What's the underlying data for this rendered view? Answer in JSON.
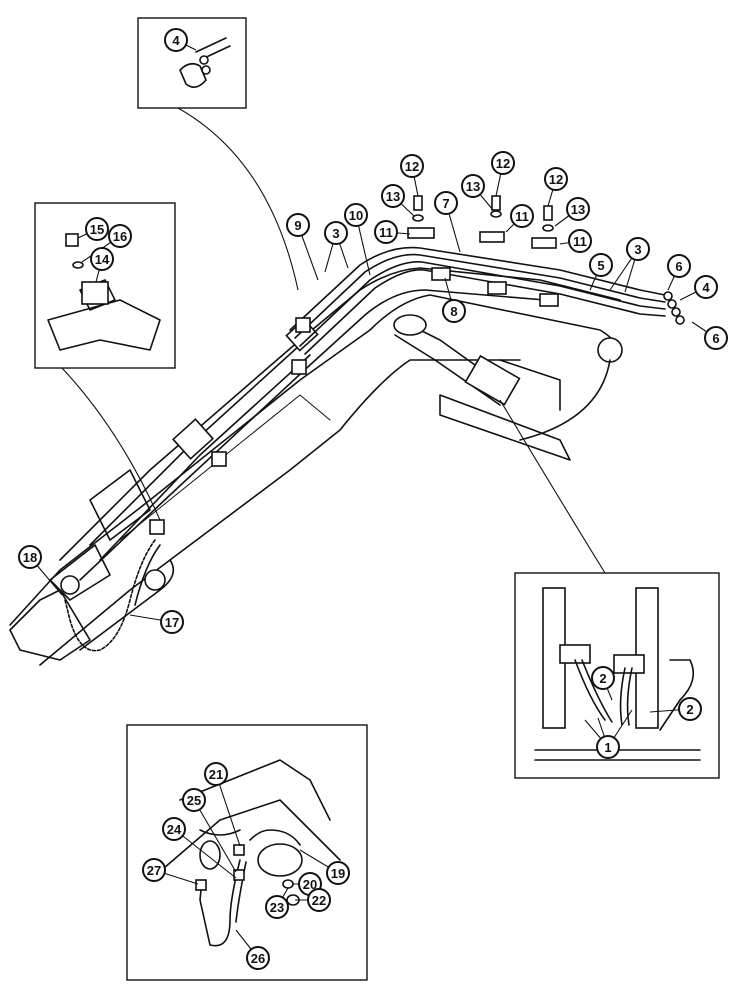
{
  "callouts": [
    {
      "id": "c1a",
      "label": "1"
    },
    {
      "id": "c2a",
      "label": "2"
    },
    {
      "id": "c2b",
      "label": "2"
    },
    {
      "id": "c3a",
      "label": "3"
    },
    {
      "id": "c3b",
      "label": "3"
    },
    {
      "id": "c4a",
      "label": "4"
    },
    {
      "id": "c4b",
      "label": "4"
    },
    {
      "id": "c5",
      "label": "5"
    },
    {
      "id": "c6a",
      "label": "6"
    },
    {
      "id": "c6b",
      "label": "6"
    },
    {
      "id": "c7",
      "label": "7"
    },
    {
      "id": "c8",
      "label": "8"
    },
    {
      "id": "c9",
      "label": "9"
    },
    {
      "id": "c10",
      "label": "10"
    },
    {
      "id": "c11a",
      "label": "11"
    },
    {
      "id": "c11b",
      "label": "11"
    },
    {
      "id": "c11c",
      "label": "11"
    },
    {
      "id": "c12a",
      "label": "12"
    },
    {
      "id": "c12b",
      "label": "12"
    },
    {
      "id": "c12c",
      "label": "12"
    },
    {
      "id": "c13a",
      "label": "13"
    },
    {
      "id": "c13b",
      "label": "13"
    },
    {
      "id": "c13c",
      "label": "13"
    },
    {
      "id": "c14",
      "label": "14"
    },
    {
      "id": "c15",
      "label": "15"
    },
    {
      "id": "c16",
      "label": "16"
    },
    {
      "id": "c17",
      "label": "17"
    },
    {
      "id": "c18",
      "label": "18"
    },
    {
      "id": "c19",
      "label": "19"
    },
    {
      "id": "c20",
      "label": "20"
    },
    {
      "id": "c21",
      "label": "21"
    },
    {
      "id": "c22",
      "label": "22"
    },
    {
      "id": "c23",
      "label": "23"
    },
    {
      "id": "c24",
      "label": "24"
    },
    {
      "id": "c25",
      "label": "25"
    },
    {
      "id": "c26",
      "label": "26"
    },
    {
      "id": "c27",
      "label": "27"
    }
  ]
}
